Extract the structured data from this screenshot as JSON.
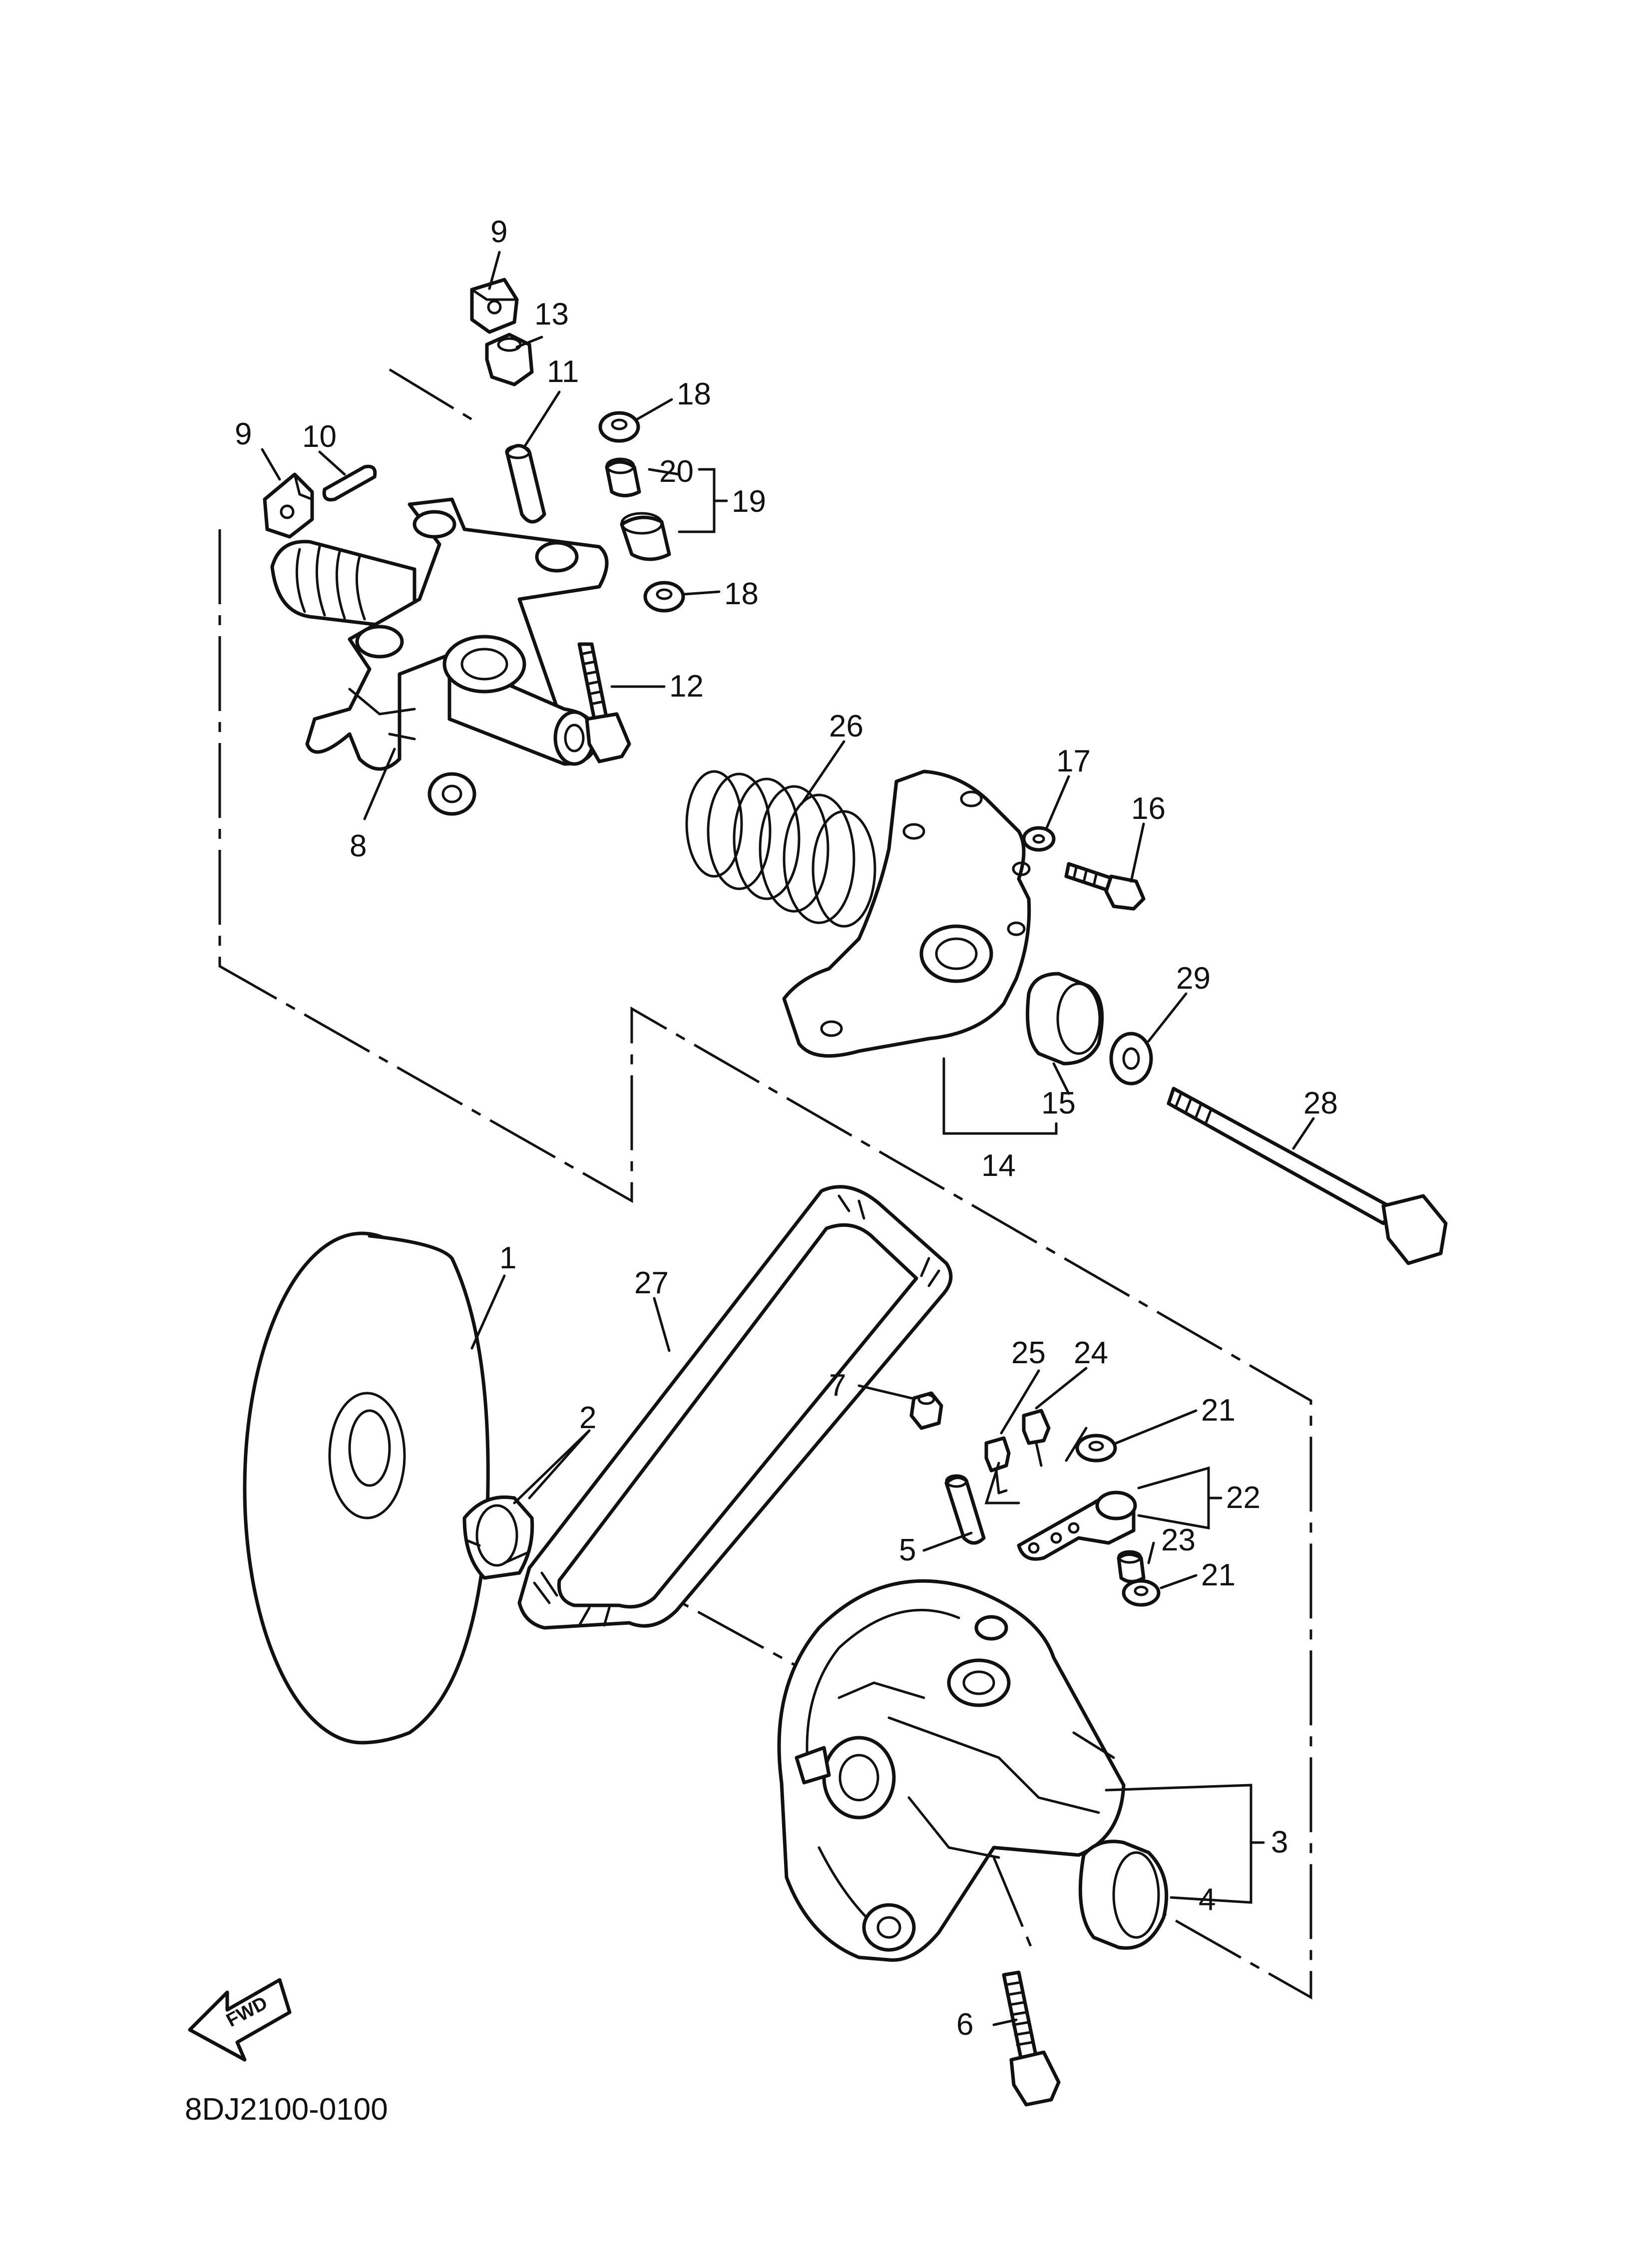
{
  "diagram": {
    "figure_code": "8DJ2100-0100",
    "direction_label": "FWD",
    "callouts": [
      {
        "id": "c1",
        "text": "1"
      },
      {
        "id": "c2",
        "text": "2"
      },
      {
        "id": "c3",
        "text": "3"
      },
      {
        "id": "c4",
        "text": "4"
      },
      {
        "id": "c5",
        "text": "5"
      },
      {
        "id": "c6",
        "text": "6"
      },
      {
        "id": "c7",
        "text": "7"
      },
      {
        "id": "c8",
        "text": "8"
      },
      {
        "id": "c9a",
        "text": "9"
      },
      {
        "id": "c9b",
        "text": "9"
      },
      {
        "id": "c10",
        "text": "10"
      },
      {
        "id": "c11",
        "text": "11"
      },
      {
        "id": "c12",
        "text": "12"
      },
      {
        "id": "c13",
        "text": "13"
      },
      {
        "id": "c14",
        "text": "14"
      },
      {
        "id": "c15",
        "text": "15"
      },
      {
        "id": "c16",
        "text": "16"
      },
      {
        "id": "c17",
        "text": "17"
      },
      {
        "id": "c18a",
        "text": "18"
      },
      {
        "id": "c18b",
        "text": "18"
      },
      {
        "id": "c19",
        "text": "19"
      },
      {
        "id": "c20",
        "text": "20"
      },
      {
        "id": "c21a",
        "text": "21"
      },
      {
        "id": "c21b",
        "text": "21"
      },
      {
        "id": "c22",
        "text": "22"
      },
      {
        "id": "c23",
        "text": "23"
      },
      {
        "id": "c24",
        "text": "24"
      },
      {
        "id": "c25",
        "text": "25"
      },
      {
        "id": "c26",
        "text": "26"
      },
      {
        "id": "c27",
        "text": "27"
      },
      {
        "id": "c28",
        "text": "28"
      },
      {
        "id": "c29",
        "text": "29"
      }
    ]
  }
}
